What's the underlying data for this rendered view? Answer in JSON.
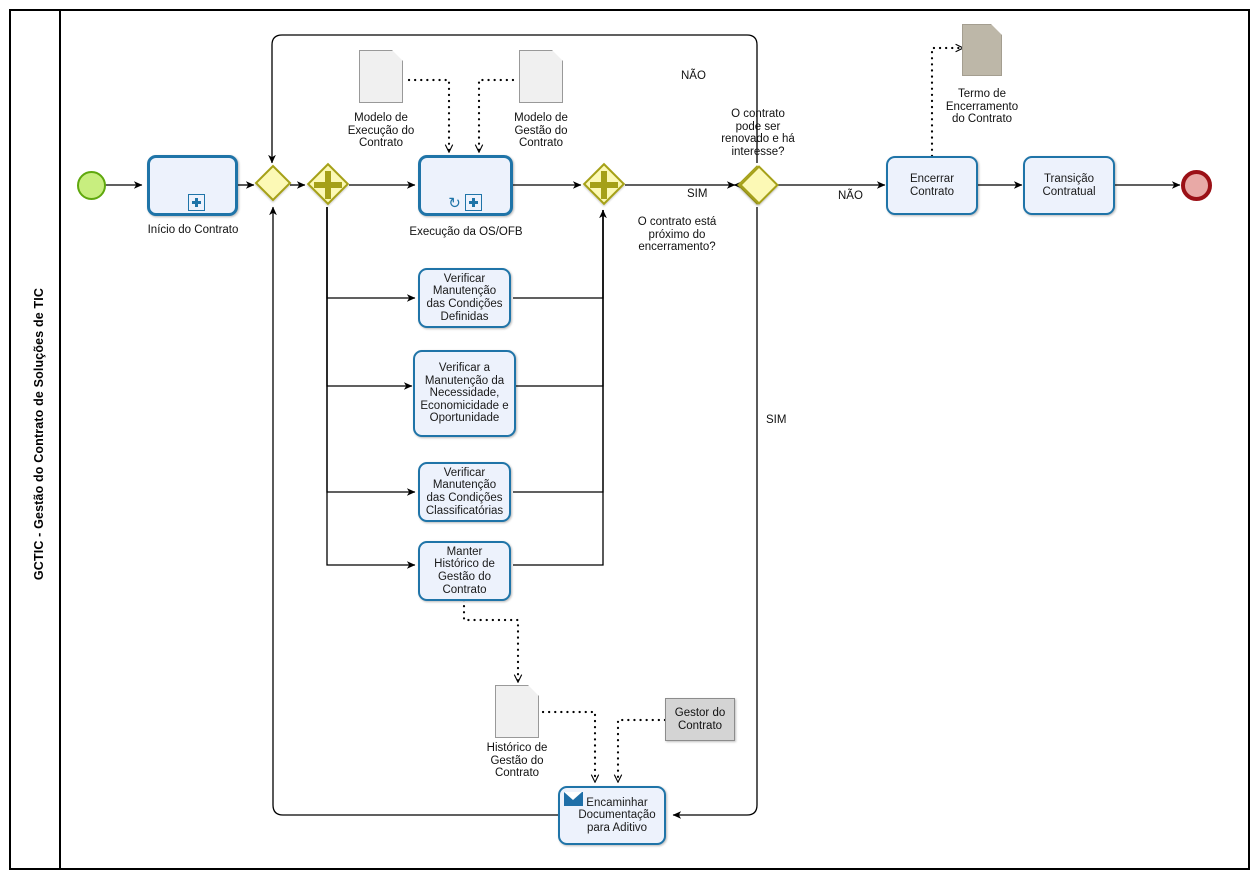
{
  "diagram": {
    "type": "bpmn-process",
    "lane": {
      "title": "GCTIC - Gestão do Contrato de Soluções de TIC"
    },
    "colors": {
      "task_fill": "#EDF2FC",
      "task_stroke": "#1F74A8",
      "gateway_fill": "#FCF9B5",
      "gateway_stroke": "#A5A018",
      "start_event_fill": "#C8EE7F",
      "start_event_stroke": "#5FA80E",
      "end_event_fill": "#E8A9A6",
      "end_event_stroke": "#9B1016",
      "document_fill": "#F0F0F0",
      "document_khaki_fill": "#BDB7A8",
      "datastore_fill": "#D4D4D4"
    }
  },
  "events": {
    "start": {
      "name": "start-event"
    },
    "end": {
      "name": "end-event"
    }
  },
  "tasks": {
    "inicio_contrato": {
      "label": "Início do Contrato",
      "marker": "collapsed-subprocess"
    },
    "execucao_os_ofb": {
      "label": "Execução da OS/OFB",
      "markers": "loop, collapsed-subprocess"
    },
    "verificar_condicoes_definidas": {
      "label": "Verificar\nManutenção\ndas Condições\nDefinidas"
    },
    "verificar_necessidade": {
      "label": "Verificar a\nManutenção da\nNecessidade,\nEconomicidade e\nOportunidade"
    },
    "verificar_classificatorias": {
      "label": "Verificar\nManutenção\ndas Condições\nClassificatórias"
    },
    "manter_historico": {
      "label": "Manter\nHistórico de\nGestão do\nContrato"
    },
    "encaminhar_documentacao": {
      "label": "Encaminhar\nDocumentação\npara Aditivo",
      "marker": "message-send"
    },
    "encerrar_contrato": {
      "label": "Encerrar\nContrato"
    },
    "transicao_contratual": {
      "label": "Transição\nContratual"
    }
  },
  "gateways": {
    "gw_merge": {
      "type": "exclusive",
      "label": ""
    },
    "gw_split_parallel": {
      "type": "parallel",
      "label": ""
    },
    "gw_join_parallel": {
      "type": "parallel",
      "label": ""
    },
    "gw_proximo_encerramento": {
      "type": "exclusive",
      "label": "O contrato está\npróximo do\nencerramento?"
    },
    "gw_renovado": {
      "type": "exclusive",
      "label": "O contrato\npode ser\nrenovado e há\ninteresse?"
    }
  },
  "flow_labels": {
    "nao_top": "NÃO",
    "sim_proximo": "SIM",
    "sim_renovado": "SIM",
    "nao_renovado": "NÃO"
  },
  "data_objects": {
    "modelo_execucao": {
      "label": "Modelo de\nExecução do\nContrato"
    },
    "modelo_gestao": {
      "label": "Modelo de\nGestão do\nContrato"
    },
    "termo_encerramento": {
      "label": "Termo de\nEncerramento\ndo Contrato"
    },
    "historico_gestao": {
      "label": "Histórico de\nGestão do\nContrato"
    }
  },
  "data_stores": {
    "gestor_contrato": {
      "label": "Gestor do\nContrato"
    }
  }
}
